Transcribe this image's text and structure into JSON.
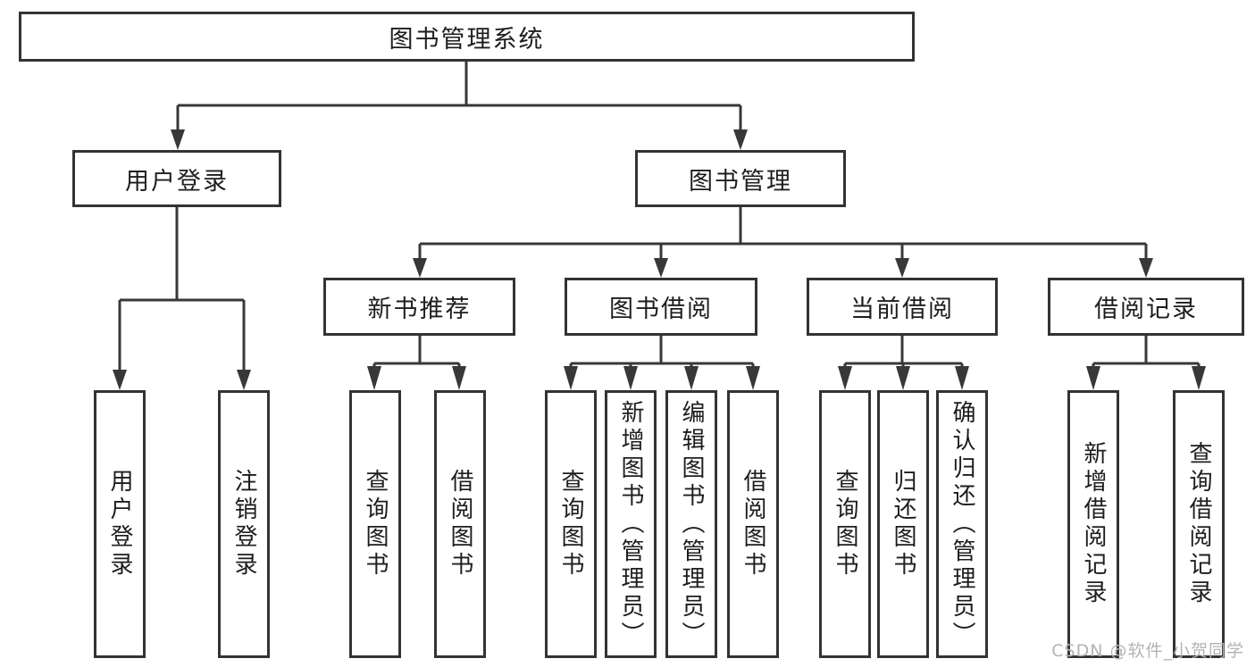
{
  "diagram": {
    "type": "tree",
    "title": "图书管理系统",
    "watermark": "CSDN @软件_小贺同学",
    "colors": {
      "line": "#383838",
      "box_border": "#333333",
      "box_fill": "#ffffff",
      "text": "#1d1d1d",
      "watermark": "#b3b3b3"
    },
    "nodes": {
      "root": "图书管理系统",
      "user_login": "用户登录",
      "book_mgmt": "图书管理",
      "new_book_rec": "新书推荐",
      "book_borrow": "图书借阅",
      "current_borrow": "当前借阅",
      "borrow_record": "借阅记录",
      "leaf_user_login": "用户登录",
      "leaf_logout": "注销登录",
      "leaf_query_book_1": "查询图书",
      "leaf_borrow_book_1": "借阅图书",
      "leaf_query_book_2": "查询图书",
      "leaf_add_book": "新增图书（管理员）",
      "leaf_edit_book": "编辑图书（管理员）",
      "leaf_borrow_book_2": "借阅图书",
      "leaf_query_book_3": "查询图书",
      "leaf_return_book": "归还图书",
      "leaf_confirm_return": "确认归还（管理员）",
      "leaf_add_record": "新增借阅记录",
      "leaf_query_record": "查询借阅记录"
    },
    "tree": {
      "label": "图书管理系统",
      "children": [
        {
          "label": "用户登录",
          "children": [
            {
              "label": "用户登录"
            },
            {
              "label": "注销登录"
            }
          ]
        },
        {
          "label": "图书管理",
          "children": [
            {
              "label": "新书推荐",
              "children": [
                {
                  "label": "查询图书"
                },
                {
                  "label": "借阅图书"
                }
              ]
            },
            {
              "label": "图书借阅",
              "children": [
                {
                  "label": "查询图书"
                },
                {
                  "label": "新增图书（管理员）"
                },
                {
                  "label": "编辑图书（管理员）"
                },
                {
                  "label": "借阅图书"
                }
              ]
            },
            {
              "label": "当前借阅",
              "children": [
                {
                  "label": "查询图书"
                },
                {
                  "label": "归还图书"
                },
                {
                  "label": "确认归还（管理员）"
                }
              ]
            },
            {
              "label": "借阅记录",
              "children": [
                {
                  "label": "新增借阅记录"
                },
                {
                  "label": "查询借阅记录"
                }
              ]
            }
          ]
        }
      ]
    }
  }
}
